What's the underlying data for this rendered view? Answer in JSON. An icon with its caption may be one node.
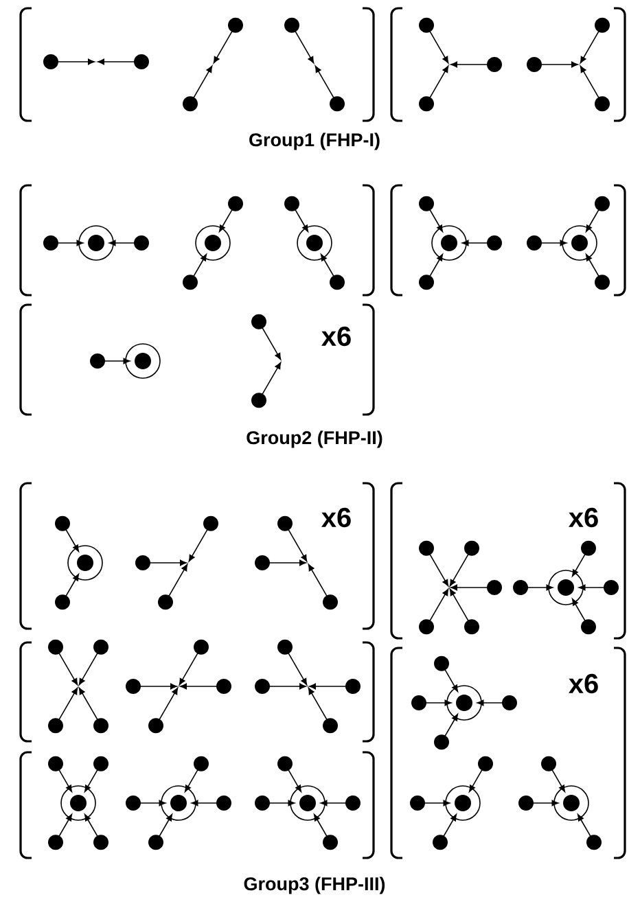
{
  "diagram": {
    "labels": [
      "Group1 (FHP-I)",
      "x6",
      "Group2 (FHP-II)",
      "x6",
      "x6",
      "x6",
      "Group3 (FHP-III)"
    ]
  }
}
